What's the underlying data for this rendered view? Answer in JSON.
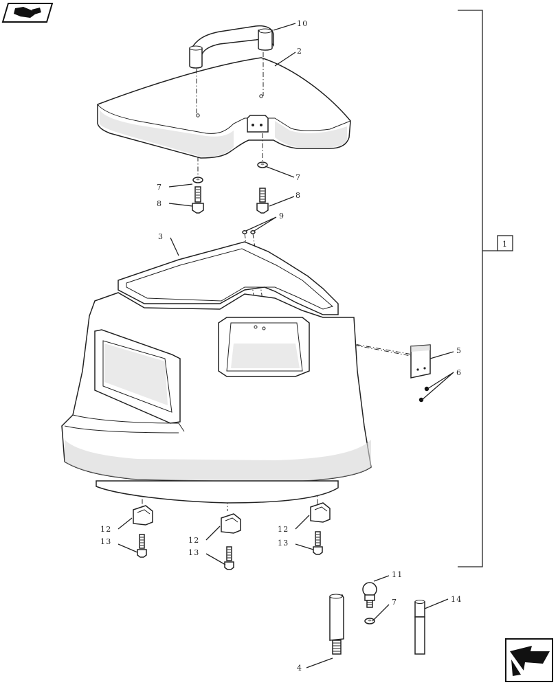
{
  "callouts": {
    "c1": "1",
    "c2": "2",
    "c3": "3",
    "c4": "4",
    "c5": "5",
    "c6": "6",
    "c7a": "7",
    "c7b": "7",
    "c7c": "7",
    "c8a": "8",
    "c8b": "8",
    "c9": "9",
    "c10": "10",
    "c11": "11",
    "c12a": "12",
    "c12b": "12",
    "c12c": "12",
    "c13a": "13",
    "c13b": "13",
    "c13c": "13",
    "c14": "14"
  },
  "icons": {
    "top_left": "parts-catalog-book-icon",
    "bottom_right": "navigate-arrow-icon"
  }
}
